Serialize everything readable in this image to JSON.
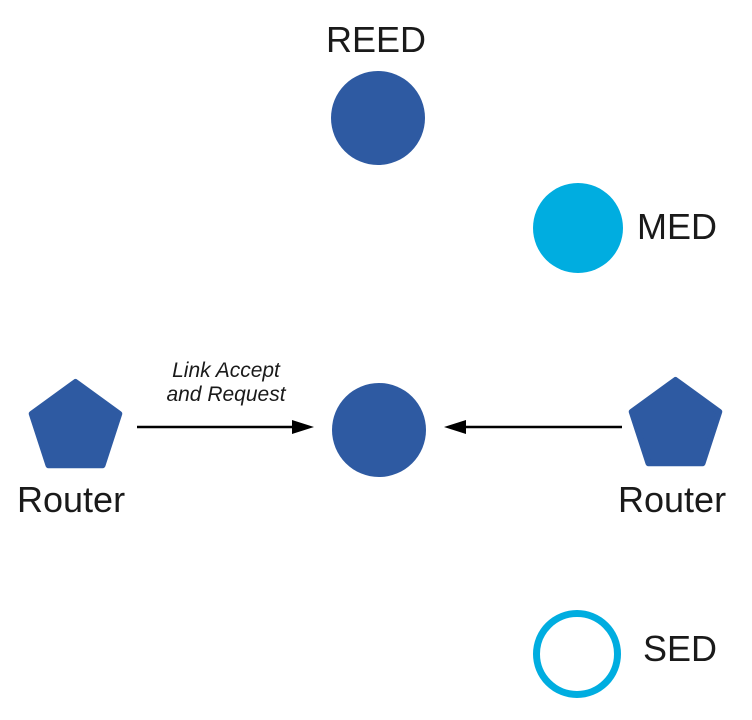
{
  "colors": {
    "node_blue": "#2E5AA2",
    "node_cyan": "#00ADE0",
    "arrow_black": "#000000",
    "text": "#1A1A1A"
  },
  "nodes": {
    "reed": {
      "label": "REED",
      "shape": "circle",
      "style": "filled-blue"
    },
    "med": {
      "label": "MED",
      "shape": "circle",
      "style": "filled-cyan"
    },
    "router_left": {
      "label": "Router",
      "shape": "pentagon",
      "style": "filled-blue"
    },
    "center": {
      "label": "",
      "shape": "circle",
      "style": "filled-blue"
    },
    "router_right": {
      "label": "Router",
      "shape": "pentagon",
      "style": "filled-blue"
    },
    "sed": {
      "label": "SED",
      "shape": "circle",
      "style": "outlined-cyan"
    }
  },
  "edges": {
    "left": {
      "from": "router_left",
      "to": "center",
      "label_line1": "Link Accept",
      "label_line2": "and Request"
    },
    "right": {
      "from": "router_right",
      "to": "center",
      "label_line1": "",
      "label_line2": ""
    }
  }
}
